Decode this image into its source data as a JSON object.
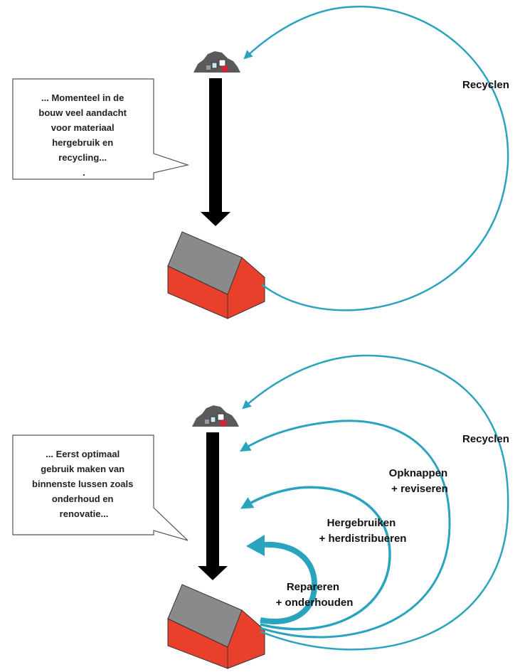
{
  "colors": {
    "loop": "#2aa3bf",
    "arrow": "#000000",
    "house_wall": "#e8402a",
    "house_roof": "#8a8a8a",
    "rubble": "#5a5a5a"
  },
  "icons": {
    "rubble": "rubble-pile-icon",
    "house": "house-icon"
  },
  "top_panel": {
    "bubble_lines": [
      "... Momenteel in de",
      "bouw veel aandacht",
      "voor materiaal",
      "hergebruik en",
      "recycling...",
      "."
    ],
    "loop_label": "Recyclen"
  },
  "bottom_panel": {
    "bubble_lines": [
      "... Eerst optimaal",
      "gebruik maken van",
      "binnenste lussen zoals",
      "onderhoud en",
      "renovatie..."
    ],
    "loops": [
      {
        "line1": "Recyclen",
        "line2": ""
      },
      {
        "line1": "Opknappen",
        "line2": "+ reviseren"
      },
      {
        "line1": "Hergebruiken",
        "line2": "+ herdistribueren"
      },
      {
        "line1": "Repareren",
        "line2": "+ onderhouden"
      }
    ]
  }
}
